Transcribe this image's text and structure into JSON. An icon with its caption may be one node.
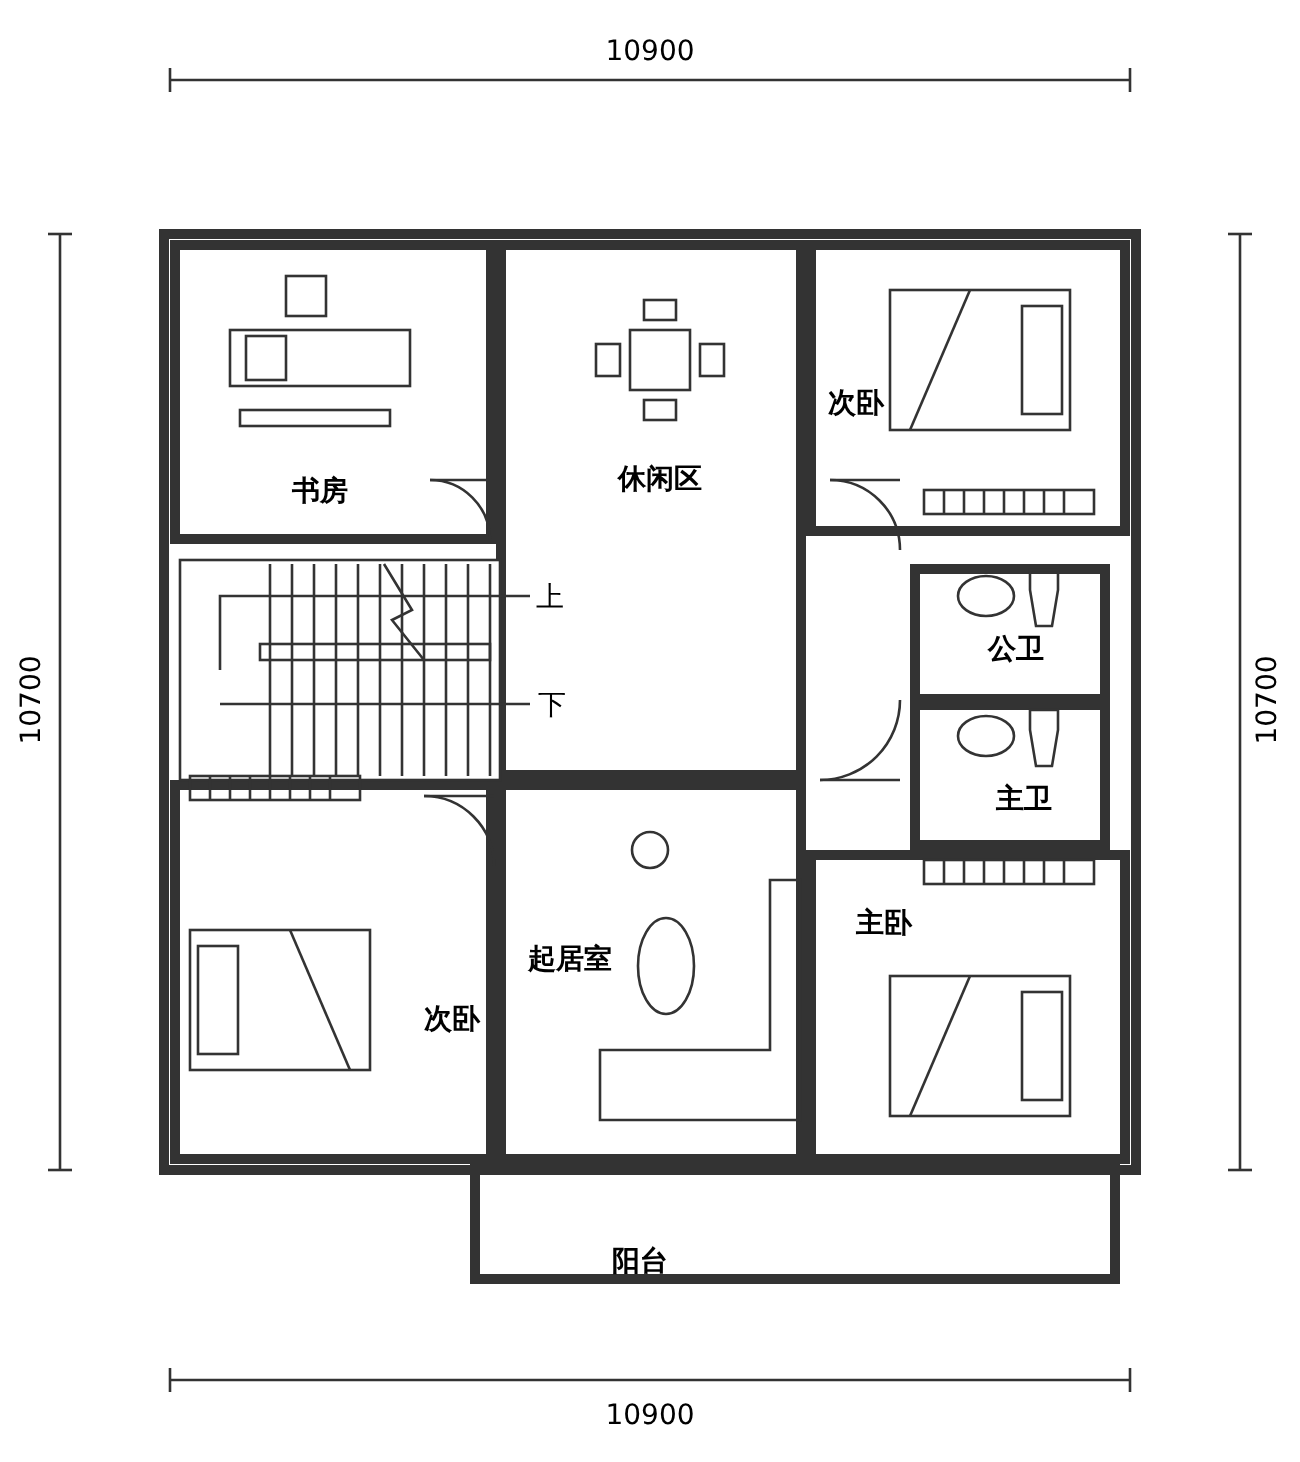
{
  "diagram": {
    "nodes": [
      {
        "text": [
          "书房"
        ]
      },
      {
        "text": [
          "休闲区"
        ]
      },
      {
        "text": [
          "次卧"
        ]
      },
      {
        "text": [
          "公卫"
        ]
      },
      {
        "text": [
          "主卫"
        ]
      },
      {
        "text": [
          "次卧"
        ]
      },
      {
        "text": [
          "起居室"
        ]
      },
      {
        "text": [
          "主卧"
        ]
      },
      {
        "text": [
          "阳台"
        ]
      }
    ],
    "edges": [],
    "labels": [
      "10900",
      "10700",
      "10700",
      "上",
      "下",
      "10900"
    ]
  }
}
